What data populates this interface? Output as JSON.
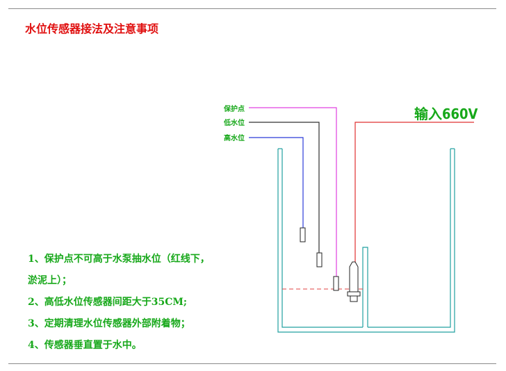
{
  "title": "水位传感器接法及注意事项",
  "notes": [
    "1、保护点不可高于水泵抽水位（红线下，",
    "淤泥上）；",
    "2、高低水位传感器间距大于35CM;",
    "3、定期清理水位传感器外部附着物；",
    "4、传感器垂直置于水中。"
  ],
  "labels": {
    "protect_point": "保护点",
    "low_level": "低水位",
    "high_level": "高水位",
    "input_voltage": "输入660V"
  },
  "colors": {
    "title": "#e01010",
    "notes": "#17a81a",
    "protect_line": "#e040e0",
    "low_line": "#303030",
    "high_line": "#2b3bd8",
    "power_line": "#e03030",
    "tank": "#20a0a0",
    "pump_stop_line": "#e04040"
  }
}
